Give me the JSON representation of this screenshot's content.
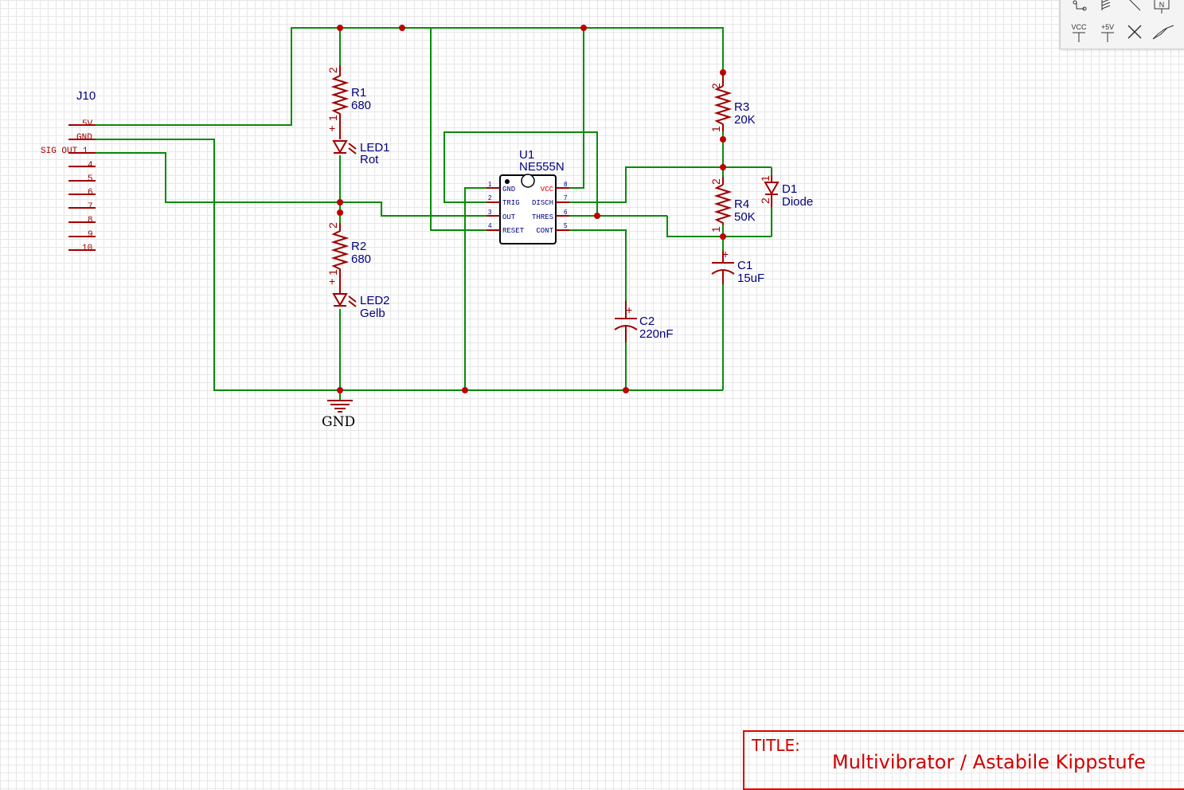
{
  "connector": {
    "ref": "J10",
    "pins": [
      "5V",
      "GND",
      "SIG OUT 1",
      "4",
      "5",
      "6",
      "7",
      "8",
      "9",
      "10"
    ]
  },
  "components": {
    "r1": {
      "ref": "R1",
      "value": "680"
    },
    "led1": {
      "ref": "LED1",
      "value": "Rot"
    },
    "r2": {
      "ref": "R2",
      "value": "680"
    },
    "led2": {
      "ref": "LED2",
      "value": "Gelb"
    },
    "r3": {
      "ref": "R3",
      "value": "20K"
    },
    "r4": {
      "ref": "R4",
      "value": "50K"
    },
    "d1": {
      "ref": "D1",
      "value": "Diode"
    },
    "c1": {
      "ref": "C1",
      "value": "15uF"
    },
    "c2": {
      "ref": "C2",
      "value": "220nF"
    },
    "u1": {
      "ref": "U1",
      "value": "NE555N",
      "left_pins": [
        "GND",
        "TRIG",
        "OUT",
        "RESET"
      ],
      "right_pins": [
        "VCC",
        "DISCH",
        "THRES",
        "CONT"
      ],
      "left_numbers": [
        "1",
        "2",
        "3",
        "4"
      ],
      "right_numbers": [
        "8",
        "7",
        "6",
        "5"
      ]
    }
  },
  "pin_numbers": {
    "one": "1",
    "two": "2",
    "plus": "+"
  },
  "ground": {
    "label": "GND"
  },
  "toolbar": {
    "vcc_label": "VCC",
    "plus5v_label": "+5V",
    "netflag_label": "N",
    "icons": [
      "netlabel-icon",
      "bus-entry-icon",
      "wire-icon",
      "netflag-icon",
      "vcc-icon",
      "plus5v-icon",
      "no-connect-icon",
      "probe-icon"
    ]
  },
  "title_block": {
    "label": "TITLE:",
    "value": "Multivibrator / Astabile Kippstufe"
  },
  "colors": {
    "wire": "#0a8a0a",
    "symbol": "#a00000",
    "junction": "#c00000",
    "label": "#000080",
    "title": "#d00000",
    "grid": "#e6e6e6"
  }
}
